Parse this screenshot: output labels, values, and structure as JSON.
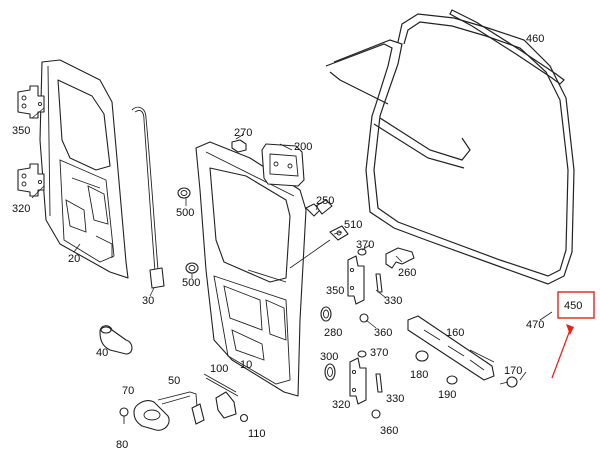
{
  "diagram": {
    "callouts": {
      "c10": "10",
      "c20": "20",
      "c30": "30",
      "c40": "40",
      "c50": "50",
      "c70": "70",
      "c80": "80",
      "c100": "100",
      "c110": "110",
      "c160": "160",
      "c170": "170",
      "c180": "180",
      "c190": "190",
      "c200": "200",
      "c250": "250",
      "c260": "260",
      "c270": "270",
      "c280": "280",
      "c300": "300",
      "c320a": "320",
      "c320b": "320",
      "c330a": "330",
      "c330b": "330",
      "c350a": "350",
      "c350b": "350",
      "c360a": "360",
      "c360b": "360",
      "c370a": "370",
      "c370b": "370",
      "c450": "450",
      "c460": "460",
      "c470": "470",
      "c500a": "500",
      "c500b": "500",
      "c510": "510"
    },
    "highlight_color": "#e0241b"
  }
}
